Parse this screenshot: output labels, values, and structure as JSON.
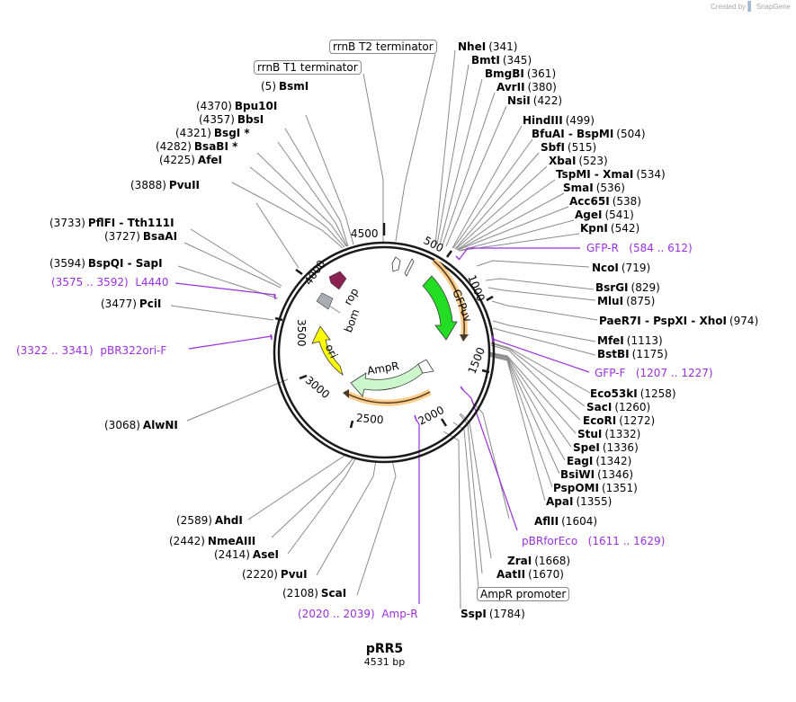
{
  "credit": {
    "text": "Created by",
    "brand": "SnapGene"
  },
  "plasmid": {
    "name": "pRR5",
    "length": "4531 bp",
    "total_bp": 4531
  },
  "colors": {
    "backbone": "#1a1a1a",
    "primer": "#9b30e0",
    "leader_line": "#8a8a8a",
    "GFPuv": "#22dd22",
    "AmpR": "#ccf7cc",
    "ori": "#ffff00",
    "rop": "#8b2252",
    "bom": "#a8adb3",
    "orf_arrow": "#ffcc88"
  },
  "ticks": [
    {
      "label": "500",
      "pos": 500
    },
    {
      "label": "1000",
      "pos": 1000
    },
    {
      "label": "1500",
      "pos": 1500
    },
    {
      "label": "2000",
      "pos": 2000
    },
    {
      "label": "2500",
      "pos": 2500
    },
    {
      "label": "3000",
      "pos": 3000
    },
    {
      "label": "3500",
      "pos": 3500
    },
    {
      "label": "4000",
      "pos": 4000
    },
    {
      "label": "4500",
      "pos": 4500
    }
  ],
  "features": [
    {
      "name": "GFPuv",
      "start": 558,
      "end": 1274,
      "direction": "forward"
    },
    {
      "name": "AmpR",
      "start": 1784,
      "end": 2644,
      "direction": "reverse"
    },
    {
      "name": "ori",
      "start": 2800,
      "end": 3388,
      "direction": "reverse"
    },
    {
      "name": "rop",
      "start": 3870,
      "end": 4062,
      "direction": "reverse"
    },
    {
      "name": "bom",
      "start": 3600,
      "end": 3740,
      "direction": "none"
    }
  ],
  "boxed_labels": [
    {
      "text": "rrnB T2 terminator"
    },
    {
      "text": "rrnB T1 terminator"
    },
    {
      "text": "AmpR promoter"
    }
  ],
  "enzymes_right": [
    {
      "name": "NheI",
      "pos": "(341)"
    },
    {
      "name": "BmtI",
      "pos": "(345)"
    },
    {
      "name": "BmgBI",
      "pos": "(361)"
    },
    {
      "name": "AvrII",
      "pos": "(380)"
    },
    {
      "name": "NsiI",
      "pos": "(422)"
    },
    {
      "name": "HindIII",
      "pos": "(499)"
    },
    {
      "name": "BfuAI  -  BspMI",
      "pos": "(504)"
    },
    {
      "name": "SbfI",
      "pos": "(515)"
    },
    {
      "name": "XbaI",
      "pos": "(523)"
    },
    {
      "name": "TspMI  -  XmaI",
      "pos": "(534)"
    },
    {
      "name": "SmaI",
      "pos": "(536)"
    },
    {
      "name": "Acc65I",
      "pos": "(538)"
    },
    {
      "name": "AgeI",
      "pos": "(541)"
    },
    {
      "name": "KpnI",
      "pos": "(542)"
    },
    {
      "name": "NcoI",
      "pos": "(719)"
    },
    {
      "name": "BsrGI",
      "pos": "(829)"
    },
    {
      "name": "MluI",
      "pos": "(875)"
    },
    {
      "name": "PaeR7I  -  PspXI  -  XhoI",
      "pos": "(974)"
    },
    {
      "name": "MfeI",
      "pos": "(1113)"
    },
    {
      "name": "BstBI",
      "pos": "(1175)"
    },
    {
      "name": "Eco53kI",
      "pos": "(1258)"
    },
    {
      "name": "SacI",
      "pos": "(1260)"
    },
    {
      "name": "EcoRI",
      "pos": "(1272)"
    },
    {
      "name": "StuI",
      "pos": "(1332)"
    },
    {
      "name": "SpeI",
      "pos": "(1336)"
    },
    {
      "name": "EagI",
      "pos": "(1342)"
    },
    {
      "name": "BsiWI",
      "pos": "(1346)"
    },
    {
      "name": "PspOMI",
      "pos": "(1351)"
    },
    {
      "name": "ApaI",
      "pos": "(1355)"
    },
    {
      "name": "AflII",
      "pos": "(1604)"
    },
    {
      "name": "ZraI",
      "pos": "(1668)"
    },
    {
      "name": "AatII",
      "pos": "(1670)"
    },
    {
      "name": "SspI",
      "pos": "(1784)"
    }
  ],
  "enzymes_left": [
    {
      "name": "BsmI",
      "pos": "(5)"
    },
    {
      "name": "Bpu10I",
      "pos": "(4370)"
    },
    {
      "name": "BbsI",
      "pos": "(4357)"
    },
    {
      "name": "BsgI *",
      "pos": "(4321)"
    },
    {
      "name": "BsaBI *",
      "pos": "(4282)"
    },
    {
      "name": "AfeI",
      "pos": "(4225)"
    },
    {
      "name": "PvuII",
      "pos": "(3888)"
    },
    {
      "name": "PflFI  -  Tth111I",
      "pos": "(3733)"
    },
    {
      "name": "BsaAI",
      "pos": "(3727)"
    },
    {
      "name": "BspQI  -  SapI",
      "pos": "(3594)"
    },
    {
      "name": "PciI",
      "pos": "(3477)"
    },
    {
      "name": "AlwNI",
      "pos": "(3068)"
    },
    {
      "name": "AhdI",
      "pos": "(2589)"
    },
    {
      "name": "NmeAIII",
      "pos": "(2442)"
    },
    {
      "name": "AseI",
      "pos": "(2414)"
    },
    {
      "name": "PvuI",
      "pos": "(2220)"
    },
    {
      "name": "ScaI",
      "pos": "(2108)"
    }
  ],
  "primers": [
    {
      "name": "GFP-R",
      "range": "(584 .. 612)"
    },
    {
      "name": "GFP-F",
      "range": "(1207 .. 1227)"
    },
    {
      "name": "pBRforEco",
      "range": "(1611 .. 1629)"
    },
    {
      "name": "Amp-R",
      "range": "(2020 .. 2039)"
    },
    {
      "name": "pBR322ori-F",
      "range": "(3322 .. 3341)"
    },
    {
      "name": "L4440",
      "range": "(3575 .. 3592)"
    }
  ]
}
